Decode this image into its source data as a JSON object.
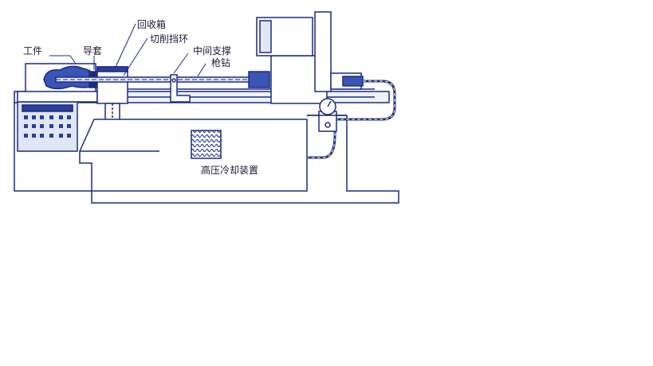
{
  "labels": {
    "workpiece": "工件",
    "guide_bush": "导套",
    "recovery_box": "回收箱",
    "chip_ring": "切削挡环",
    "middle_support": "中间支撑",
    "gun_drill": "枪钻",
    "coolant_unit": "高压冷却装置"
  },
  "colors": {
    "stroke": "#1c2c7c",
    "fill": "#e3eaf7",
    "dark": "#2a3f9a"
  }
}
